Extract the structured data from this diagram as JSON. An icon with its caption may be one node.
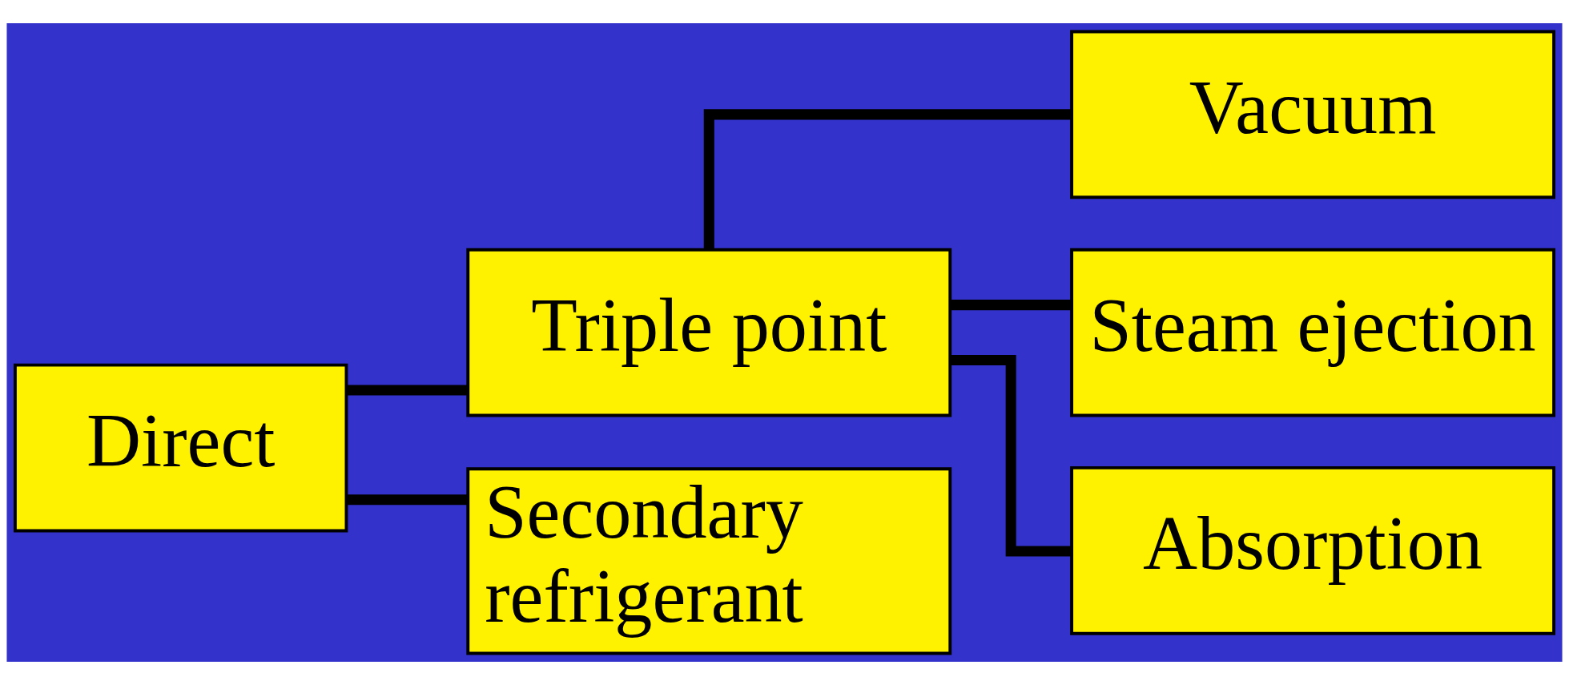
{
  "diagram": {
    "nodes": [
      {
        "text": [
          "Direct"
        ]
      },
      {
        "text": [
          "Triple point"
        ]
      },
      {
        "text": [
          "Secondary refrigerant"
        ]
      },
      {
        "text": [
          "Vacuum"
        ]
      },
      {
        "text": [
          "Steam ejection"
        ]
      },
      {
        "text": [
          "Absorption"
        ]
      }
    ],
    "edges": [
      {
        "from": 0,
        "to": 1,
        "arrow": "none"
      },
      {
        "from": 0,
        "to": 2,
        "arrow": "none"
      },
      {
        "from": 1,
        "to": 3,
        "arrow": "none"
      },
      {
        "from": 1,
        "to": 4,
        "arrow": "none"
      },
      {
        "from": 1,
        "to": 5,
        "arrow": "none"
      }
    ]
  }
}
